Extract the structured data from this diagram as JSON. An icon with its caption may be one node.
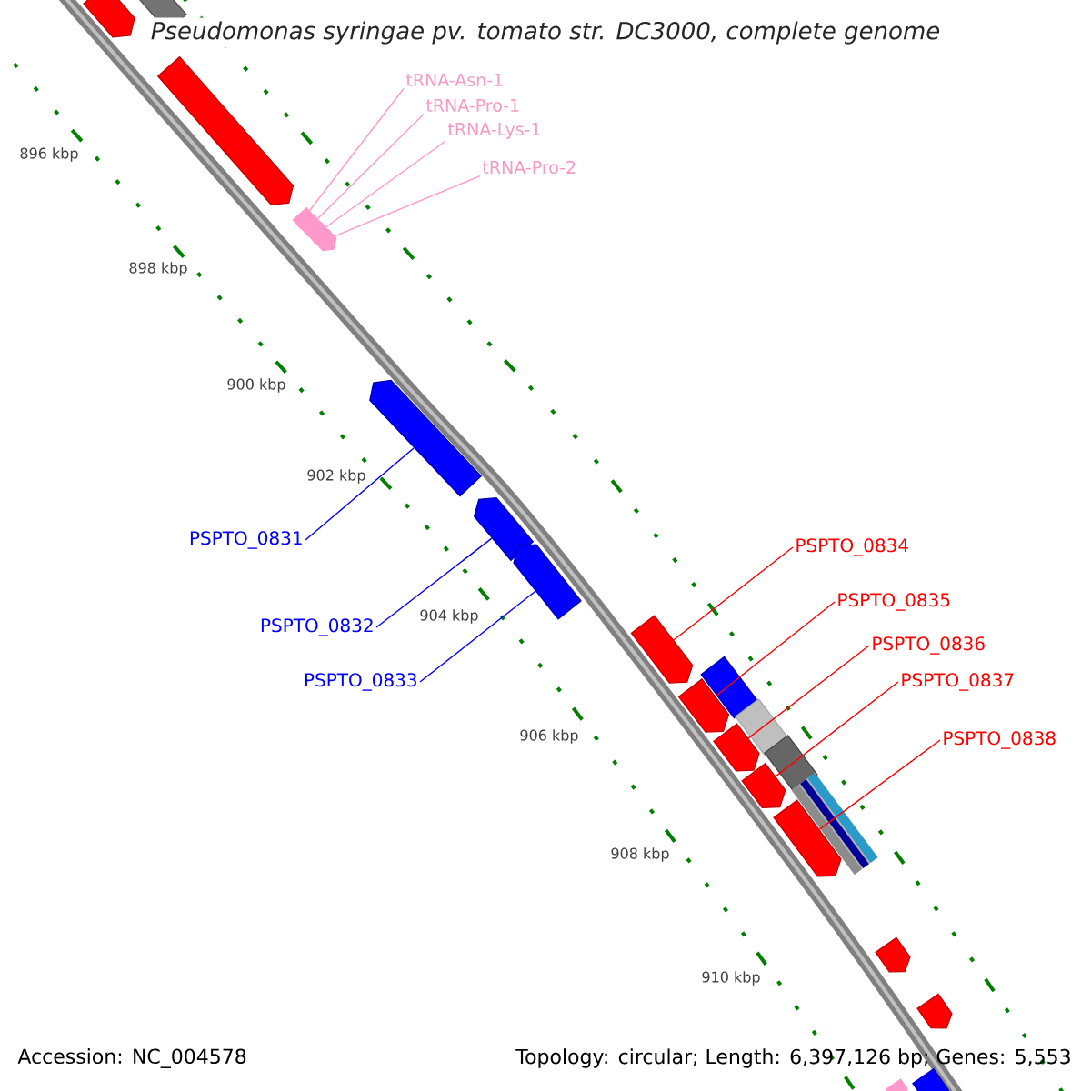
{
  "diagram": {
    "title": "Pseudomonas syringae pv. tomato str. DC3000, complete genome",
    "nodes": [
      {
        "text": [
          "tRNA-Asn-1"
        ]
      },
      {
        "text": [
          "tRNA-Pro-1"
        ]
      },
      {
        "text": [
          "tRNA-Lys-1"
        ]
      },
      {
        "text": [
          "tRNA-Pro-2"
        ]
      },
      {
        "text": [
          "PSPTO_0831"
        ]
      },
      {
        "text": [
          "PSPTO_0832"
        ]
      },
      {
        "text": [
          "PSPTO_0833"
        ]
      },
      {
        "text": [
          "PSPTO_0834"
        ]
      },
      {
        "text": [
          "PSPTO_0835"
        ]
      },
      {
        "text": [
          "PSPTO_0836"
        ]
      },
      {
        "text": [
          "PSPTO_0837"
        ]
      },
      {
        "text": [
          "PSPTO_0838"
        ]
      },
      {
        "text": [],
        "shape": "arrow"
      },
      {
        "text": [],
        "shape": "arrow"
      },
      {
        "text": [],
        "shape": "arrow"
      },
      {
        "text": [],
        "shape": "arrow"
      },
      {
        "text": [],
        "shape": "arrow"
      },
      {
        "text": [],
        "shape": "arrow"
      },
      {
        "text": [],
        "shape": "arrow"
      },
      {
        "text": [],
        "shape": "arrow"
      },
      {
        "text": [],
        "shape": "arrow"
      },
      {
        "text": [],
        "shape": "arrow"
      },
      {
        "text": [],
        "shape": "arrow"
      },
      {
        "text": [],
        "shape": "arrow"
      }
    ],
    "edges": [
      {
        "from": 0,
        "to": 12,
        "arrow": "none",
        "color": "#ff99cc"
      },
      {
        "from": 1,
        "to": 13,
        "arrow": "none",
        "color": "#ff99cc"
      },
      {
        "from": 2,
        "to": 14,
        "arrow": "none",
        "color": "#ff99cc"
      },
      {
        "from": 3,
        "to": 15,
        "arrow": "none",
        "color": "#ff99cc"
      },
      {
        "from": 4,
        "to": 16,
        "arrow": "none",
        "color": "#0000ff"
      },
      {
        "from": 5,
        "to": 17,
        "arrow": "none",
        "color": "#0000ff"
      },
      {
        "from": 6,
        "to": 18,
        "arrow": "none",
        "color": "#0000ff"
      },
      {
        "from": 7,
        "to": 19,
        "arrow": "none",
        "color": "#ff0000"
      },
      {
        "from": 8,
        "to": 20,
        "arrow": "none",
        "color": "#ff0000"
      },
      {
        "from": 9,
        "to": 21,
        "arrow": "none",
        "color": "#ff0000"
      },
      {
        "from": 10,
        "to": 22,
        "arrow": "none",
        "color": "#ff0000"
      },
      {
        "from": 11,
        "to": 23,
        "arrow": "none",
        "color": "#ff0000"
      }
    ],
    "labels": [
      "896 kbp",
      "898 kbp",
      "900 kbp",
      "902 kbp",
      "904 kbp",
      "906 kbp",
      "908 kbp",
      "910 kbp",
      "Accession: NC_004578",
      "Topology: circular; Length: 6,397,126 bp; Genes: 5,553"
    ]
  }
}
